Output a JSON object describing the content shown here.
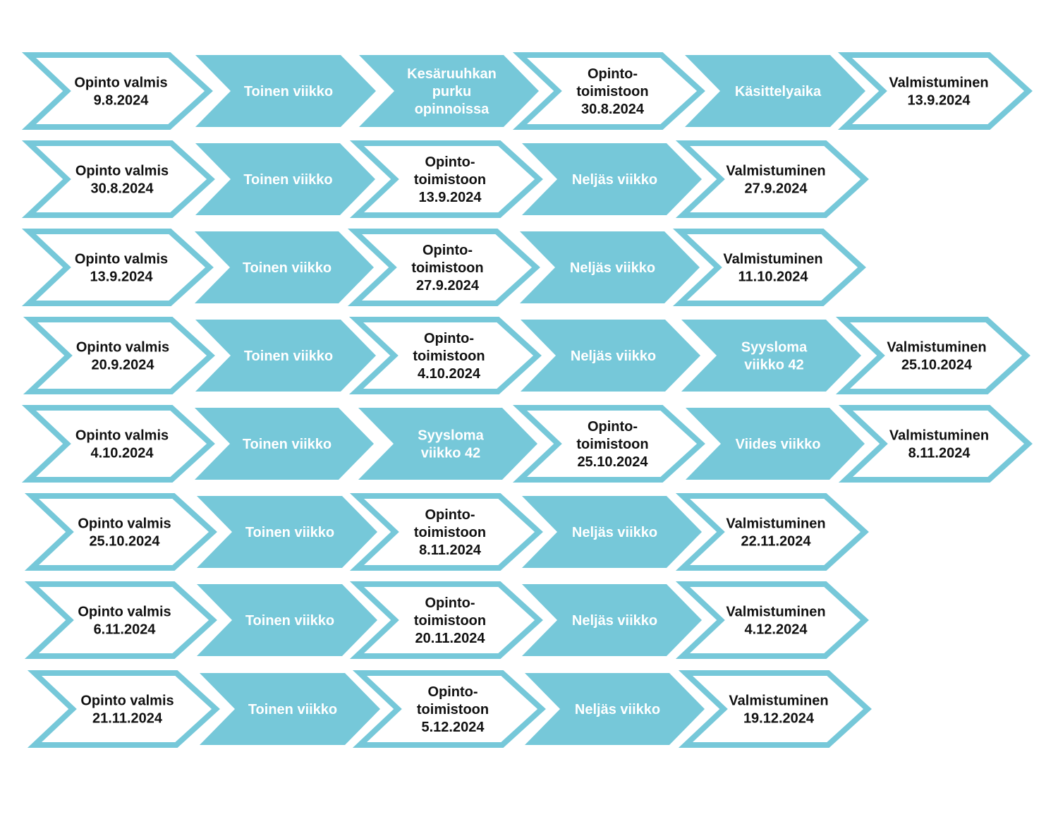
{
  "colors": {
    "accent": "#76c8d9",
    "text_dark": "#111111",
    "text_light": "#ffffff"
  },
  "rows": [
    {
      "steps": [
        {
          "type": "outline",
          "lines": [
            "Opinto valmis",
            "9.8.2024"
          ]
        },
        {
          "type": "filled",
          "lines": [
            "Toinen viikko"
          ]
        },
        {
          "type": "filled",
          "lines": [
            "Kesäruuhkan",
            "purku",
            "opinnoissa"
          ]
        },
        {
          "type": "outline",
          "lines": [
            "Opinto-",
            "toimistoon",
            "30.8.2024"
          ]
        },
        {
          "type": "filled",
          "lines": [
            "Käsittelyaika"
          ]
        },
        {
          "type": "outline",
          "lines": [
            "Valmistuminen",
            "13.9.2024"
          ]
        }
      ]
    },
    {
      "steps": [
        {
          "type": "outline",
          "lines": [
            "Opinto valmis",
            "30.8.2024"
          ]
        },
        {
          "type": "filled",
          "lines": [
            "Toinen viikko"
          ]
        },
        {
          "type": "outline",
          "lines": [
            "Opinto-",
            "toimistoon",
            "13.9.2024"
          ]
        },
        {
          "type": "filled",
          "lines": [
            "Neljäs viikko"
          ]
        },
        {
          "type": "outline",
          "lines": [
            "Valmistuminen",
            "27.9.2024"
          ]
        }
      ]
    },
    {
      "steps": [
        {
          "type": "outline",
          "lines": [
            "Opinto valmis",
            "13.9.2024"
          ]
        },
        {
          "type": "filled",
          "lines": [
            "Toinen viikko"
          ]
        },
        {
          "type": "outline",
          "lines": [
            "Opinto-",
            "toimistoon",
            "27.9.2024"
          ]
        },
        {
          "type": "filled",
          "lines": [
            "Neljäs viikko"
          ]
        },
        {
          "type": "outline",
          "lines": [
            "Valmistuminen",
            "11.10.2024"
          ]
        }
      ]
    },
    {
      "steps": [
        {
          "type": "outline",
          "lines": [
            "Opinto valmis",
            "20.9.2024"
          ]
        },
        {
          "type": "filled",
          "lines": [
            "Toinen viikko"
          ]
        },
        {
          "type": "outline",
          "lines": [
            "Opinto-",
            "toimistoon",
            "4.10.2024"
          ]
        },
        {
          "type": "filled",
          "lines": [
            "Neljäs viikko"
          ]
        },
        {
          "type": "filled",
          "lines": [
            "Syysloma",
            "viikko 42"
          ]
        },
        {
          "type": "outline",
          "lines": [
            "Valmistuminen",
            "25.10.2024"
          ]
        }
      ]
    },
    {
      "steps": [
        {
          "type": "outline",
          "lines": [
            "Opinto valmis",
            "4.10.2024"
          ]
        },
        {
          "type": "filled",
          "lines": [
            "Toinen viikko"
          ]
        },
        {
          "type": "filled",
          "lines": [
            "Syysloma",
            "viikko 42"
          ]
        },
        {
          "type": "outline",
          "lines": [
            "Opinto-",
            "toimistoon",
            "25.10.2024"
          ]
        },
        {
          "type": "filled",
          "lines": [
            "Viides viikko"
          ]
        },
        {
          "type": "outline",
          "lines": [
            "Valmistuminen",
            "8.11.2024"
          ]
        }
      ]
    },
    {
      "steps": [
        {
          "type": "outline",
          "lines": [
            "Opinto valmis",
            "25.10.2024"
          ]
        },
        {
          "type": "filled",
          "lines": [
            "Toinen viikko"
          ]
        },
        {
          "type": "outline",
          "lines": [
            "Opinto-",
            "toimistoon",
            "8.11.2024"
          ]
        },
        {
          "type": "filled",
          "lines": [
            "Neljäs viikko"
          ]
        },
        {
          "type": "outline",
          "lines": [
            "Valmistuminen",
            "22.11.2024"
          ]
        }
      ]
    },
    {
      "steps": [
        {
          "type": "outline",
          "lines": [
            "Opinto valmis",
            "6.11.2024"
          ]
        },
        {
          "type": "filled",
          "lines": [
            "Toinen viikko"
          ]
        },
        {
          "type": "outline",
          "lines": [
            "Opinto-",
            "toimistoon",
            "20.11.2024"
          ]
        },
        {
          "type": "filled",
          "lines": [
            "Neljäs viikko"
          ]
        },
        {
          "type": "outline",
          "lines": [
            "Valmistuminen",
            "4.12.2024"
          ]
        }
      ]
    },
    {
      "steps": [
        {
          "type": "outline",
          "lines": [
            "Opinto valmis",
            "21.11.2024"
          ]
        },
        {
          "type": "filled",
          "lines": [
            "Toinen viikko"
          ]
        },
        {
          "type": "outline",
          "lines": [
            "Opinto-",
            "toimistoon",
            "5.12.2024"
          ]
        },
        {
          "type": "filled",
          "lines": [
            "Neljäs viikko"
          ]
        },
        {
          "type": "outline",
          "lines": [
            "Valmistuminen",
            "19.12.2024"
          ]
        }
      ]
    }
  ]
}
